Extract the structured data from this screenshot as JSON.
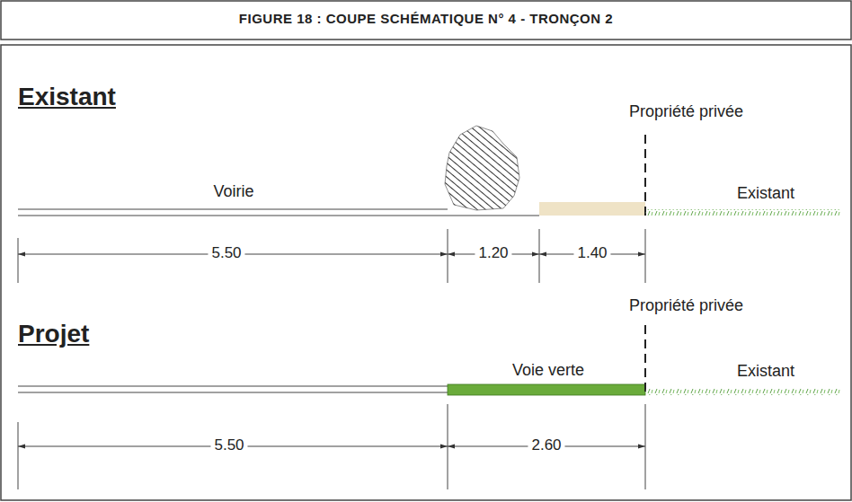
{
  "diagram": {
    "title": "FIGURE 18 : COUPE SCHÉMATIQUE N° 4 - TRONÇON 2",
    "labels": [
      "Existant",
      "Propriété privée",
      "Voirie",
      "Existant",
      "5.50",
      "1.20",
      "1.40",
      "Projet",
      "Propriété privée",
      "Voie verte",
      "Existant",
      "5.50",
      "2.60"
    ]
  }
}
